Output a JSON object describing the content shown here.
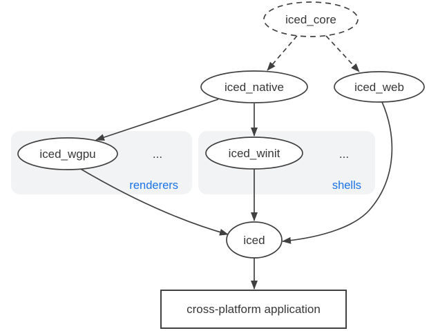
{
  "diagram": {
    "nodes": {
      "iced_core": {
        "label": "iced_core",
        "shape": "ellipse",
        "border": "dashed"
      },
      "iced_native": {
        "label": "iced_native",
        "shape": "ellipse",
        "border": "solid"
      },
      "iced_web": {
        "label": "iced_web",
        "shape": "ellipse",
        "border": "solid"
      },
      "iced_wgpu": {
        "label": "iced_wgpu",
        "shape": "ellipse",
        "border": "solid"
      },
      "iced_winit": {
        "label": "iced_winit",
        "shape": "ellipse",
        "border": "solid"
      },
      "iced": {
        "label": "iced",
        "shape": "ellipse",
        "border": "solid"
      },
      "cross_platform_application": {
        "label": "cross-platform application",
        "shape": "rectangle",
        "border": "solid"
      }
    },
    "groups": {
      "renderers": {
        "label": "renderers",
        "ellipsis": "...",
        "contains": [
          "iced_wgpu"
        ]
      },
      "shells": {
        "label": "shells",
        "ellipsis": "...",
        "contains": [
          "iced_winit"
        ]
      }
    },
    "edges": [
      {
        "from": "iced_core",
        "to": "iced_native",
        "style": "dashed"
      },
      {
        "from": "iced_core",
        "to": "iced_web",
        "style": "dashed"
      },
      {
        "from": "iced_native",
        "to": "iced_wgpu",
        "style": "solid"
      },
      {
        "from": "iced_native",
        "to": "iced_winit",
        "style": "solid"
      },
      {
        "from": "iced_wgpu",
        "to": "iced",
        "style": "solid"
      },
      {
        "from": "iced_winit",
        "to": "iced",
        "style": "solid"
      },
      {
        "from": "iced_web",
        "to": "iced",
        "style": "solid"
      },
      {
        "from": "iced",
        "to": "cross_platform_application",
        "style": "solid"
      }
    ],
    "colors": {
      "stroke": "#404040",
      "text": "#363636",
      "accent": "#1a73e8",
      "group_fill": "#f1f3f4",
      "node_fill": "#ffffff",
      "background": "#ffffff"
    }
  }
}
